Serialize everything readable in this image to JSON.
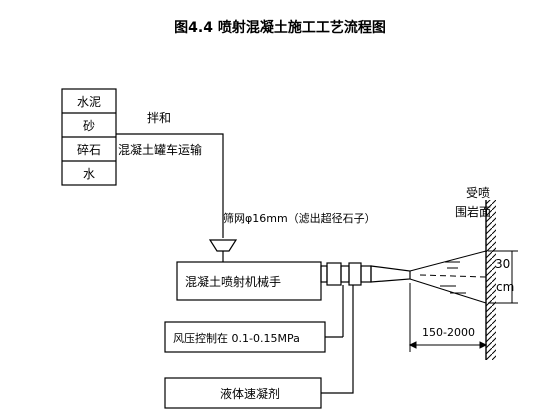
{
  "title": "图4.4 喷射混凝土施工工艺流程图",
  "materials": [
    "水泥",
    "砂",
    "碎石",
    "水"
  ],
  "labels": {
    "mix": "拌和",
    "transport": "混凝土罐车运输",
    "sieve": "筛网φ16mm（滤出超径石子）",
    "manipulator": "混凝土喷射机械手",
    "air_pressure": "风压控制在 0.1-0.15MPa",
    "accelerator": "液体速凝剂",
    "surface_line1": "受喷",
    "surface_line2": "围岩面",
    "dist_30": "30",
    "dist_cm": "cm",
    "distance": "150-2000"
  },
  "colors": {
    "line": "#000000",
    "background": "#ffffff"
  }
}
